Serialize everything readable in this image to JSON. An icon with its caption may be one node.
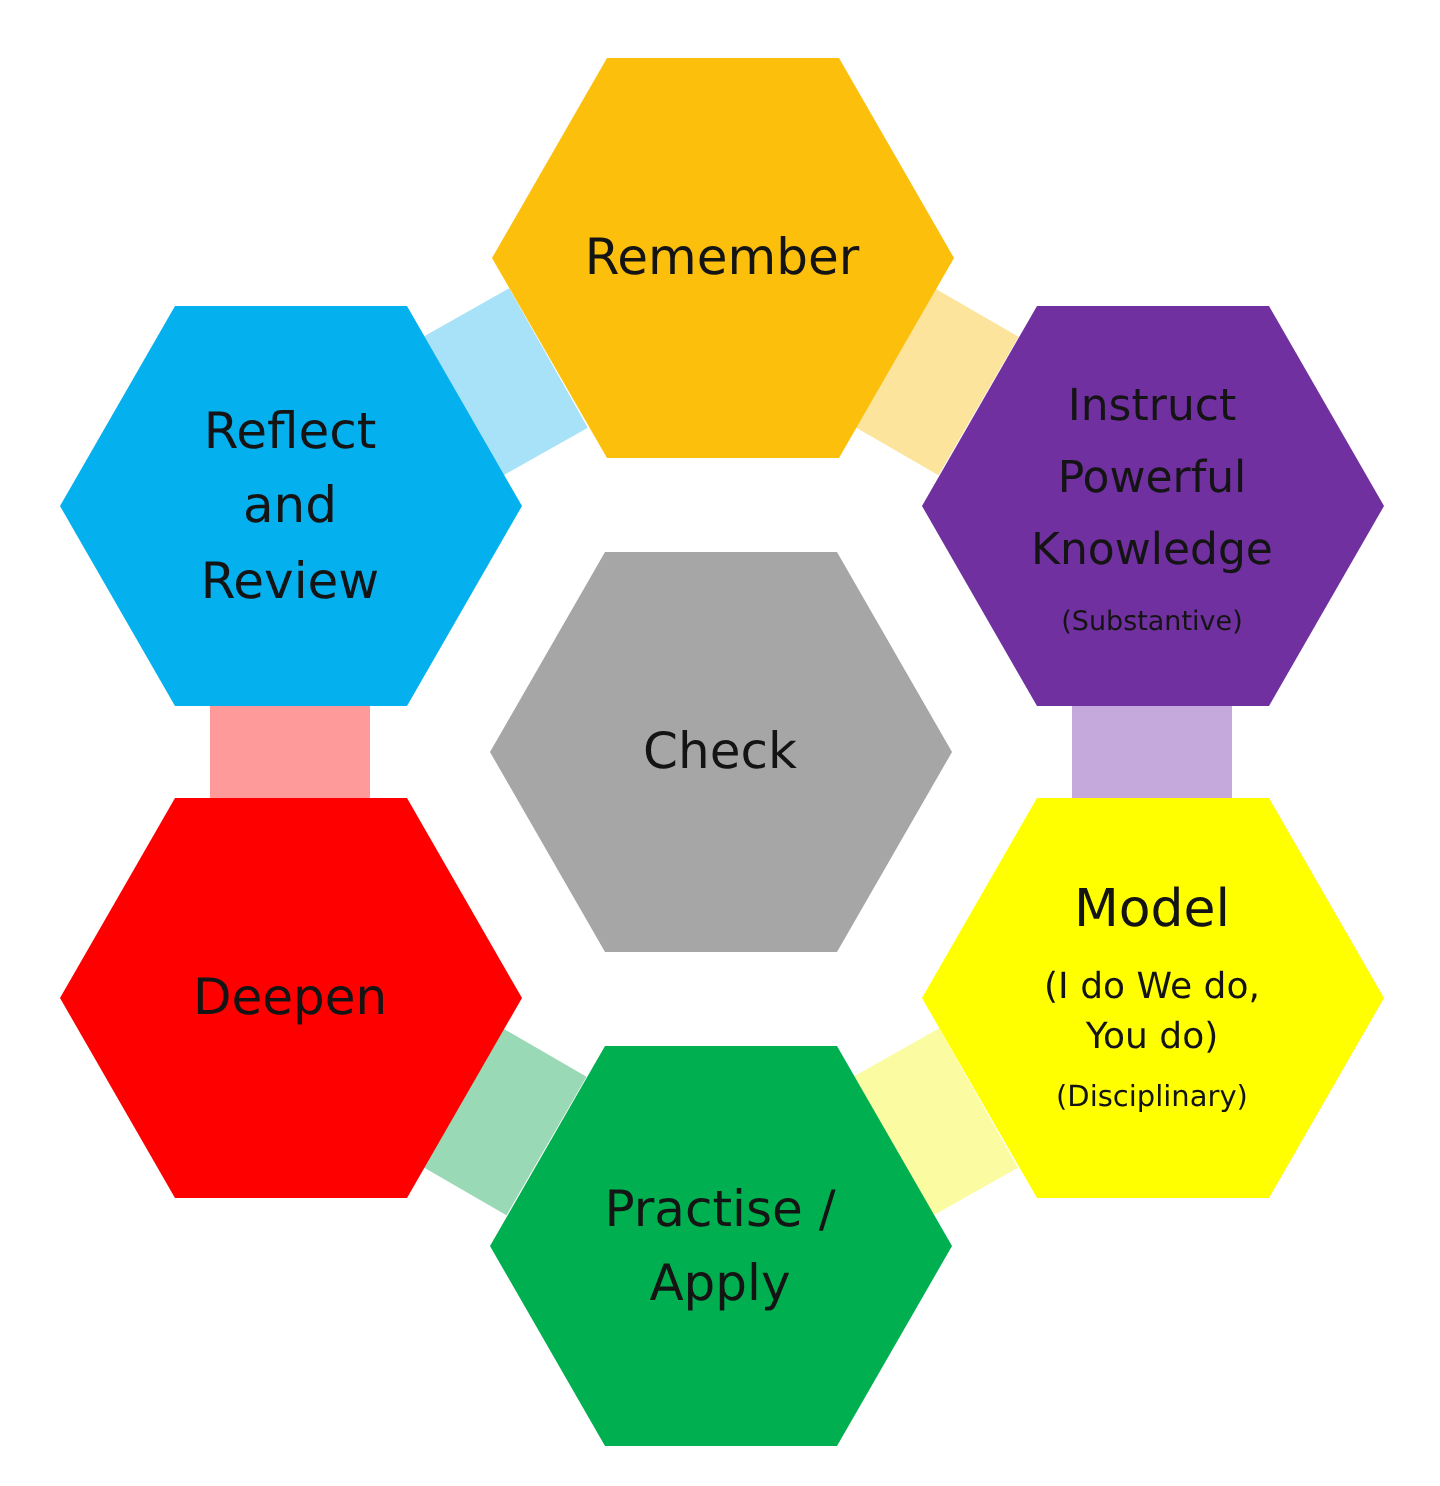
{
  "diagram": {
    "nodes": [
      {
        "text": [
          "Remember"
        ]
      },
      {
        "text": [
          "Reflect and Review"
        ]
      },
      {
        "text": [
          "Instruct Powerful Knowledge",
          "(Substantive)"
        ]
      },
      {
        "text": [
          "Check"
        ]
      },
      {
        "text": [
          "Deepen"
        ]
      },
      {
        "text": [
          "Model",
          "(I do We do, You do)",
          "(Disciplinary)"
        ]
      },
      {
        "text": [
          "Practise / Apply"
        ]
      }
    ],
    "edges": [
      {
        "from": 0,
        "to": 2,
        "arrow": "none",
        "color": "#fde49c"
      },
      {
        "from": 2,
        "to": 5,
        "arrow": "none",
        "color": "#c5a9dd"
      },
      {
        "from": 5,
        "to": 6,
        "arrow": "none",
        "color": "#fbfba2"
      },
      {
        "from": 6,
        "to": 4,
        "arrow": "none",
        "color": "#9ad9b5"
      },
      {
        "from": 4,
        "to": 1,
        "arrow": "none",
        "color": "#fe9a9a"
      },
      {
        "from": 1,
        "to": 0,
        "arrow": "none",
        "color": "#a8e2f8"
      }
    ]
  }
}
